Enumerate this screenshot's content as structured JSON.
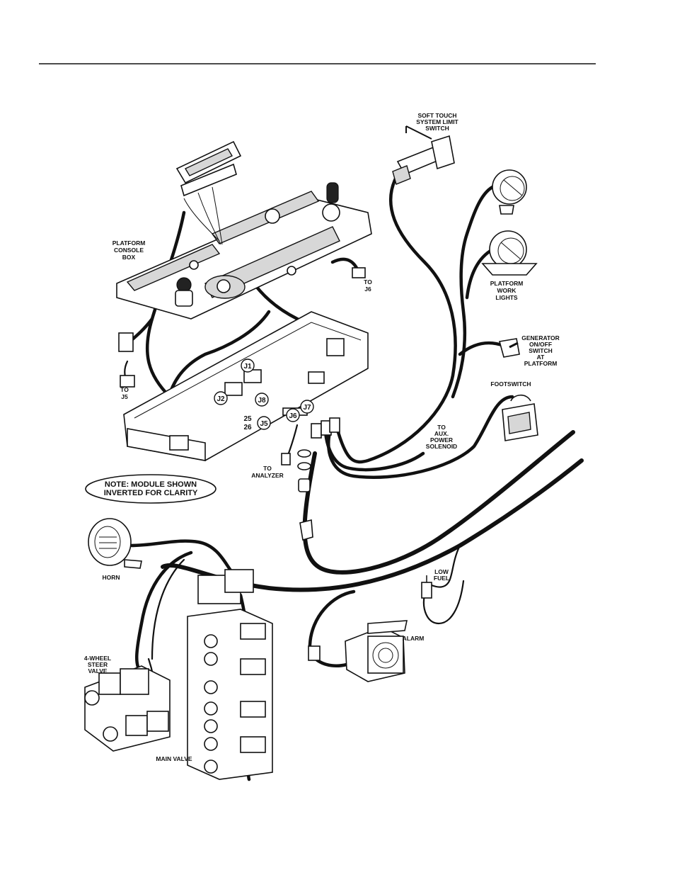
{
  "labels": {
    "soft_touch": [
      "SOFT TOUCH",
      "SYSTEM LIMIT",
      "SWITCH"
    ],
    "platform_console": [
      "PLATFORM",
      "CONSOLE",
      "BOX"
    ],
    "to_j6": [
      "TO",
      "J6"
    ],
    "platform_work_lights": [
      "PLATFORM",
      "WORK",
      "LIGHTS"
    ],
    "generator_switch": [
      "GENERATOR",
      "ON/OFF",
      "SWITCH",
      "AT",
      "PLATFORM"
    ],
    "footswitch": "FOOTSWITCH",
    "to_j5": [
      "TO",
      "J5"
    ],
    "to_aux": [
      "TO",
      "AUX.",
      "POWER",
      "SOLENOID"
    ],
    "to_analyzer": [
      "TO",
      "ANALYZER"
    ],
    "note": [
      "NOTE: MODULE SHOWN",
      "INVERTED FOR CLARITY"
    ],
    "horn": "HORN",
    "low_fuel": [
      "LOW",
      "FUEL"
    ],
    "alarm": "ALARM",
    "four_wheel_steer": [
      "4-WHEEL",
      "STEER",
      "VALVE"
    ],
    "main_valve": "MAIN VALVE"
  },
  "connectors": {
    "j1": "J1",
    "j2": "J2",
    "j5": "J5",
    "j6": "J6",
    "j7": "J7",
    "j8": "J8",
    "n25": "25",
    "n26": "26"
  }
}
